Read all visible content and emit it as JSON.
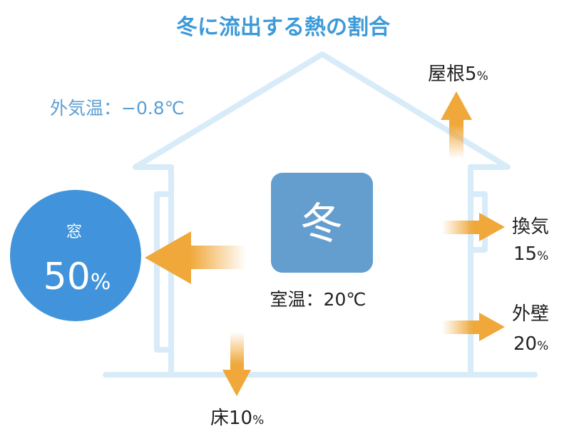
{
  "title": "冬に流出する熱の割合",
  "outside_temp": "外気温：−0.8℃",
  "room_temp": "室温：20℃",
  "season_badge": "冬",
  "colors": {
    "title": "#3d9ad9",
    "house": "#d8ebf8",
    "circle": "#4194db",
    "badge": "#639ecf",
    "arrow": "#f0a83a",
    "outside_temp": "#5b9fd3"
  },
  "items": {
    "window": {
      "label": "窓",
      "value": "50",
      "unit": "%"
    },
    "roof": {
      "label": "屋根",
      "value": "5",
      "unit": "%"
    },
    "ventilation": {
      "label": "換気",
      "value": "15",
      "unit": "%"
    },
    "wall": {
      "label": "外壁",
      "value": "20",
      "unit": "%"
    },
    "floor": {
      "label": "床",
      "value": "10",
      "unit": "%"
    }
  }
}
